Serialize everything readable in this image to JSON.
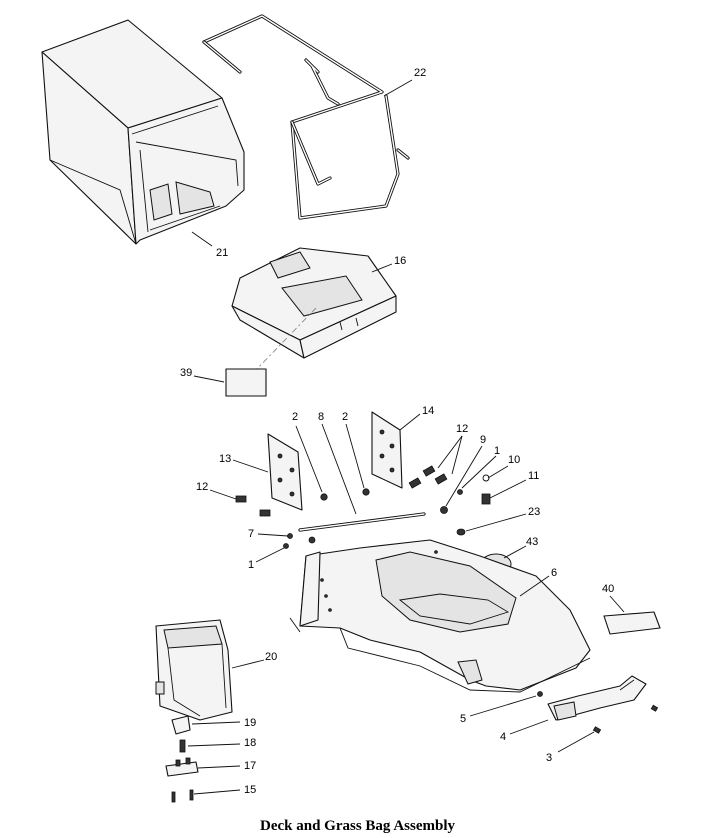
{
  "title": "Deck and Grass Bag Assembly",
  "callouts": [
    "22",
    "21",
    "16",
    "39",
    "14",
    "2",
    "8",
    "2",
    "12",
    "9",
    "1",
    "10",
    "11",
    "13",
    "12",
    "23",
    "7",
    "43",
    "1",
    "6",
    "40",
    "20",
    "5",
    "4",
    "19",
    "18",
    "3",
    "17",
    "15"
  ]
}
